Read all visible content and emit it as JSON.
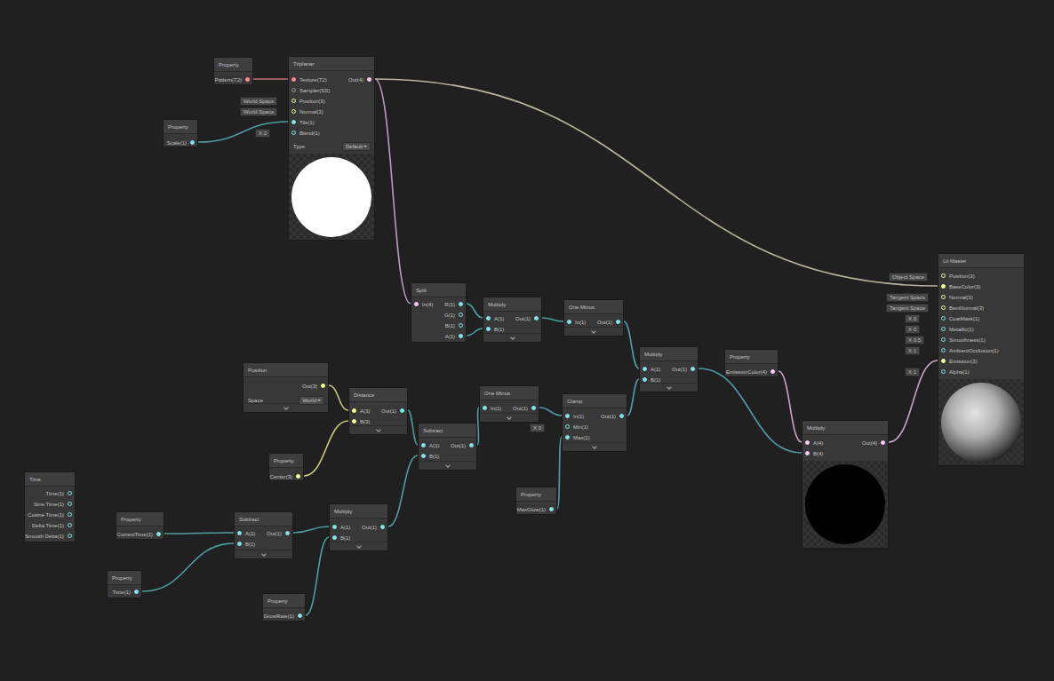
{
  "diagram": {
    "nodes": [
      {
        "text": [
          "Property",
          "Pattern(T2)"
        ]
      },
      {
        "text": [
          "Triplanar",
          "Texture(T2)",
          "Sampler(SS)",
          "Position(3)",
          "Normal(3)",
          "Tile(1)",
          "Blend(1)",
          "Out(4)",
          "Type",
          "Default"
        ]
      },
      {
        "text": [
          "Property",
          "Scale(1)"
        ]
      },
      {
        "text": [
          "Split",
          "In(4)",
          "R(1)",
          "G(1)",
          "B(1)",
          "A(1)"
        ]
      },
      {
        "text": [
          "Multiply",
          "A(1)",
          "B(1)",
          "Out(1)"
        ]
      },
      {
        "text": [
          "One Minus",
          "In(1)",
          "Out(1)"
        ]
      },
      {
        "text": [
          "Multiply",
          "A(1)",
          "B(1)",
          "Out(1)"
        ]
      },
      {
        "text": [
          "Property",
          "EmissionColor(4)"
        ]
      },
      {
        "text": [
          "Position",
          "Out(3)",
          "Space",
          "World"
        ]
      },
      {
        "text": [
          "Distance",
          "A(3)",
          "B(3)",
          "Out(1)"
        ]
      },
      {
        "text": [
          "Property",
          "Center(3)"
        ]
      },
      {
        "text": [
          "Subtract",
          "A(1)",
          "B(1)",
          "Out(1)"
        ]
      },
      {
        "text": [
          "One Minus",
          "In(1)",
          "Out(1)"
        ]
      },
      {
        "text": [
          "Clamp",
          "In(1)",
          "Min(1)",
          "Max(1)",
          "Out(1)"
        ]
      },
      {
        "text": [
          "Property",
          "MaxGlow(1)"
        ]
      },
      {
        "text": [
          "Multiply",
          "A(4)",
          "B(4)",
          "Out(4)"
        ]
      },
      {
        "text": [
          "Lit Master",
          "Position(3)",
          "BaseColor(3)",
          "Normal(3)",
          "BentNormal(3)",
          "CoatMask(1)",
          "Metallic(1)",
          "Smoothness(1)",
          "AmbientOcclusion(1)",
          "Emission(3)",
          "Alpha(1)"
        ]
      },
      {
        "text": [
          "Time",
          "Time(1)",
          "Sine Time(1)",
          "Cosine Time(1)",
          "Delta Time(1)",
          "Smooth Delta(1)"
        ]
      },
      {
        "text": [
          "Property",
          "CurrentTime(1)"
        ]
      },
      {
        "text": [
          "Subtract",
          "A(1)",
          "B(1)",
          "Out(1)"
        ]
      },
      {
        "text": [
          "Multiply",
          "A(1)",
          "B(1)",
          "Out(1)"
        ]
      },
      {
        "text": [
          "Property",
          "Time(1)"
        ]
      },
      {
        "text": [
          "Property",
          "GrowRate(1)"
        ]
      }
    ],
    "edges": [
      {
        "from": 0,
        "to": 1,
        "arrow": "none"
      },
      {
        "from": 2,
        "to": 1,
        "arrow": "none"
      },
      {
        "from": 1,
        "to": 16,
        "arrow": "none"
      },
      {
        "from": 1,
        "to": 3,
        "arrow": "none"
      },
      {
        "from": 3,
        "to": 4,
        "arrow": "none"
      },
      {
        "from": 3,
        "to": 4,
        "arrow": "none"
      },
      {
        "from": 4,
        "to": 5,
        "arrow": "none"
      },
      {
        "from": 5,
        "to": 6,
        "arrow": "none"
      },
      {
        "from": 13,
        "to": 6,
        "arrow": "none"
      },
      {
        "from": 6,
        "to": 15,
        "arrow": "none"
      },
      {
        "from": 7,
        "to": 15,
        "arrow": "none"
      },
      {
        "from": 15,
        "to": 16,
        "arrow": "none"
      },
      {
        "from": 8,
        "to": 9,
        "arrow": "none"
      },
      {
        "from": 10,
        "to": 9,
        "arrow": "none"
      },
      {
        "from": 9,
        "to": 11,
        "arrow": "none"
      },
      {
        "from": 11,
        "to": 12,
        "arrow": "none"
      },
      {
        "from": 12,
        "to": 13,
        "arrow": "none"
      },
      {
        "from": 14,
        "to": 13,
        "arrow": "none"
      },
      {
        "from": 18,
        "to": 19,
        "arrow": "none"
      },
      {
        "from": 21,
        "to": 19,
        "arrow": "none"
      },
      {
        "from": 19,
        "to": 20,
        "arrow": "none"
      },
      {
        "from": 22,
        "to": 20,
        "arrow": "none"
      },
      {
        "from": 20,
        "to": 11,
        "arrow": "none"
      }
    ],
    "labels": [
      "World Space",
      "World Space",
      "X 2",
      "X 0",
      "Object Space",
      "Tangent Space",
      "Tangent Space",
      "X 0",
      "X 0",
      "X 0.5",
      "X 1",
      "X 1"
    ]
  }
}
